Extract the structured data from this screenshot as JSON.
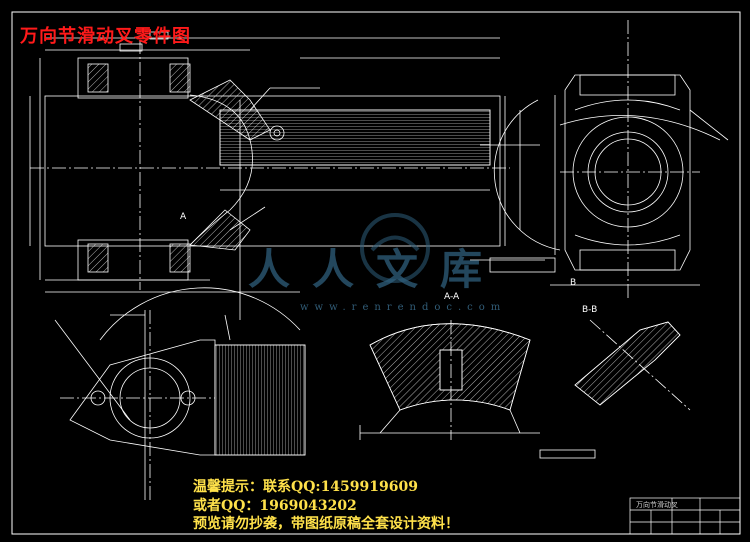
{
  "drawing": {
    "title": "万向节滑动叉零件图",
    "section_aa": "A-A",
    "section_bb": "B-B",
    "view_label_a": "A",
    "view_label_b": "B"
  },
  "watermark": {
    "url": "www.renrendoc.com",
    "brand": "人人文库"
  },
  "notice": {
    "line1_prefix": "温馨提示：联系QQ:",
    "line1_qq": "1459919609",
    "line2": "或者QQ：1969043202",
    "line3": "预览请勿抄袭，带图纸原稿全套设计资料！"
  },
  "title_block": {
    "part_name": "万向节滑动叉"
  },
  "colors": {
    "background": "#000000",
    "line": "#ffffff",
    "title": "#ff1a1a",
    "notice": "#ffe14a",
    "watermark": "#2f5f7d"
  }
}
